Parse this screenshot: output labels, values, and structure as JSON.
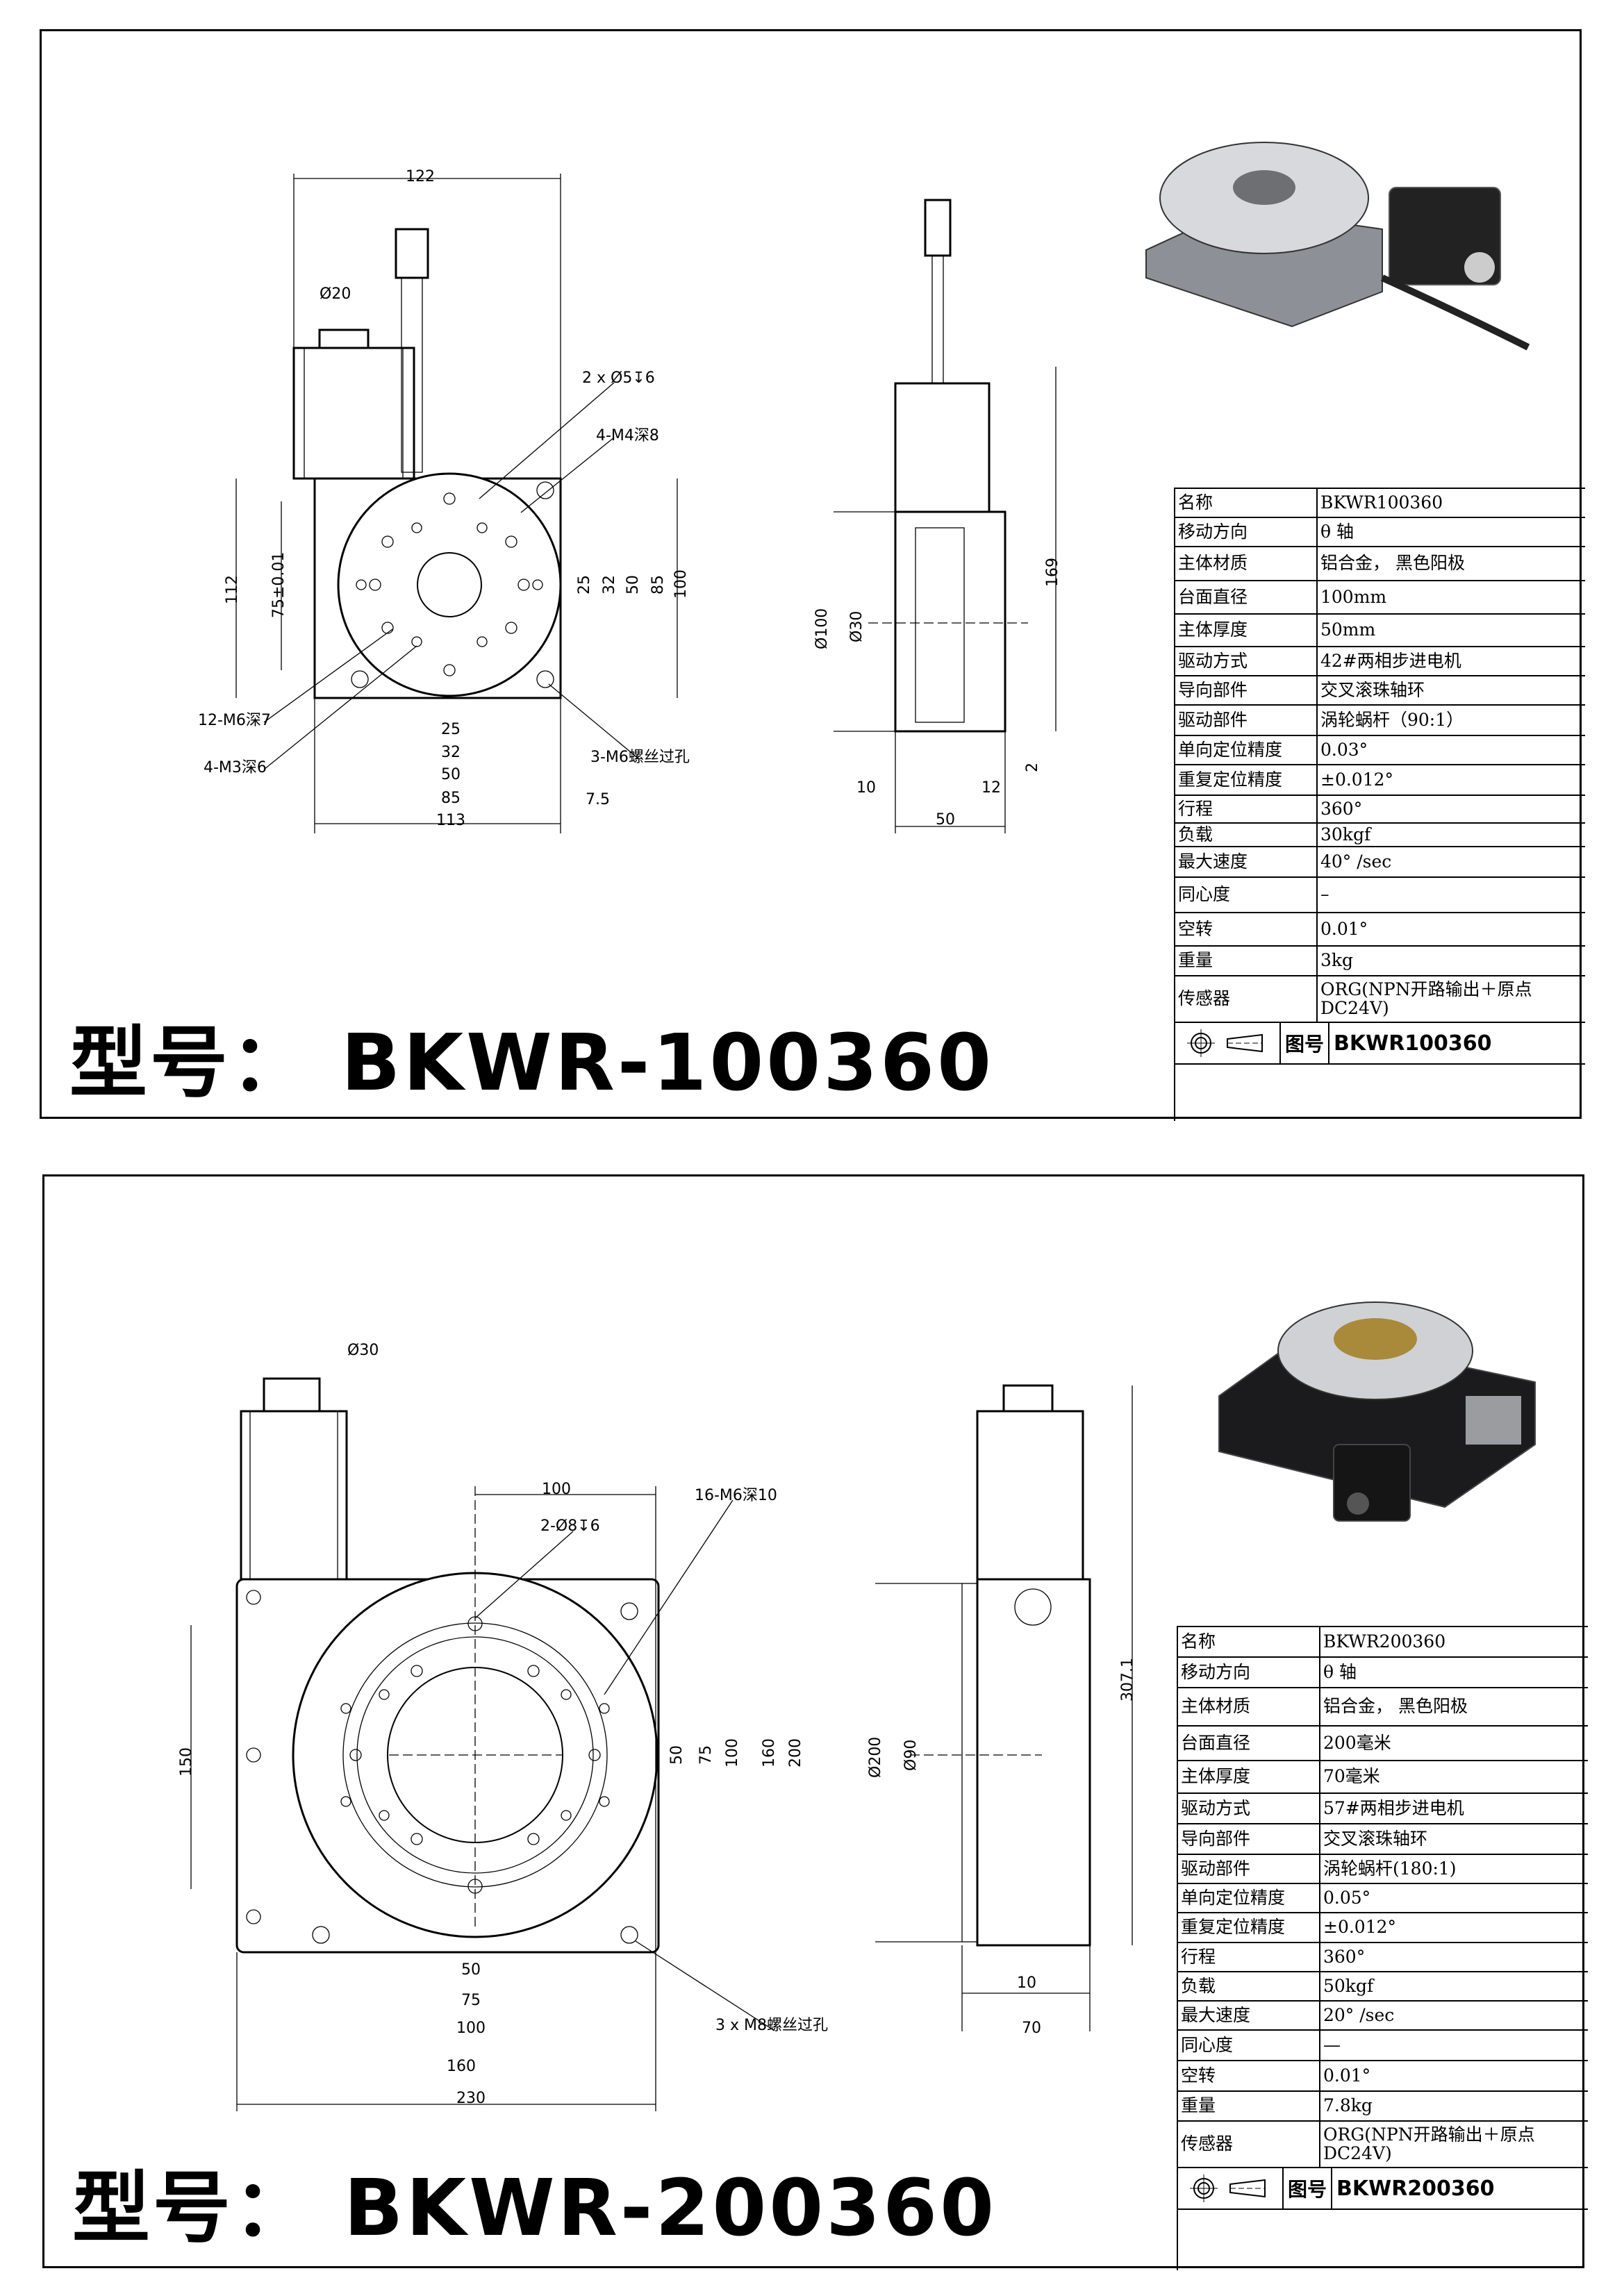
{
  "sheets": [
    {
      "title": "型号： BKWR-100360",
      "drawing_no_label": "图号",
      "drawing_no": "BKWR100360",
      "specs": [
        {
          "label": "名称",
          "value": "BKWR100360"
        },
        {
          "label": "移动方向",
          "value": " θ 轴"
        },
        {
          "label": "主体材质",
          "value": "铝合金， 黑色阳极"
        },
        {
          "label": "台面直径",
          "value": "100mm"
        },
        {
          "label": "主体厚度",
          "value": "50mm"
        },
        {
          "label": "驱动方式",
          "value": "42#两相步进电机"
        },
        {
          "label": "导向部件",
          "value": "交叉滚珠轴环"
        },
        {
          "label": "驱动部件",
          "value": "涡轮蜗杆（90:1）"
        },
        {
          "label": "单向定位精度",
          "value": "0.03°"
        },
        {
          "label": "重复定位精度",
          "value": "±0.012°"
        },
        {
          "label": "行程",
          "value": "360°"
        },
        {
          "label": "负载",
          "value": "30kgf"
        },
        {
          "label": "最大速度",
          "value": "40° /sec"
        },
        {
          "label": "同心度",
          "value": "–"
        },
        {
          "label": "空转",
          "value": "0.01°"
        },
        {
          "label": "重量",
          "value": "3kg"
        },
        {
          "label": "传感器",
          "value": "ORG(NPN开路输出＋原点 DC24V)"
        }
      ],
      "dims": {
        "w122": "122",
        "d20": "Ø20",
        "hole2": "2 x Ø5↧6",
        "m4": "4-M4深8",
        "h112": "112",
        "h75": "75±0.01",
        "v25": "25",
        "v32": "32",
        "v50": "50",
        "v85": "85",
        "v100": "100",
        "m6": "12-M6深7",
        "m3": "4-M3深6",
        "m6t": "3-M6螺丝过孔",
        "b25": "25",
        "b32": "32",
        "b50": "50",
        "b85": "85",
        "b113": "113",
        "b75": "7.5",
        "sd100": "Ø100",
        "sd30": "Ø30",
        "s169": "169",
        "s10": "10",
        "s12": "12",
        "s2": "2",
        "s50": "50"
      }
    },
    {
      "title": "型号： BKWR-200360",
      "drawing_no_label": "图号",
      "drawing_no": "BKWR200360",
      "specs": [
        {
          "label": "名称",
          "value": "BKWR200360"
        },
        {
          "label": "移动方向",
          "value": " θ 轴"
        },
        {
          "label": "主体材质",
          "value": "铝合金， 黑色阳极"
        },
        {
          "label": "台面直径",
          "value": "200毫米"
        },
        {
          "label": "主体厚度",
          "value": "70毫米"
        },
        {
          "label": "驱动方式",
          "value": "57#两相步进电机"
        },
        {
          "label": "导向部件",
          "value": "交叉滚珠轴环"
        },
        {
          "label": "驱动部件",
          "value": "涡轮蜗杆(180:1)"
        },
        {
          "label": "单向定位精度",
          "value": "0.05°"
        },
        {
          "label": "重复定位精度",
          "value": "±0.012°"
        },
        {
          "label": "行程",
          "value": "360°"
        },
        {
          "label": "负载",
          "value": "50kgf"
        },
        {
          "label": "最大速度",
          "value": "20° /sec"
        },
        {
          "label": "同心度",
          "value": "—"
        },
        {
          "label": "空转",
          "value": "0.01°"
        },
        {
          "label": "重量",
          "value": "7.8kg"
        },
        {
          "label": "传感器",
          "value": "ORG(NPN开路输出＋原点 DC24V)"
        }
      ],
      "dims": {
        "d30": "Ø30",
        "w100": "100",
        "hole2": "2-Ø8↧6",
        "m6": "16-M6深10",
        "h150": "150",
        "v50": "50",
        "v75": "75",
        "v100": "100",
        "v160": "160",
        "v200": "200",
        "sd200": "Ø200",
        "sd90": "Ø90",
        "s307": "307.1",
        "s10": "10",
        "s70": "70",
        "b50": "50",
        "b75": "75",
        "b100": "100",
        "b160": "160",
        "b230": "230",
        "m8": "3 x M8螺丝过孔"
      }
    }
  ]
}
